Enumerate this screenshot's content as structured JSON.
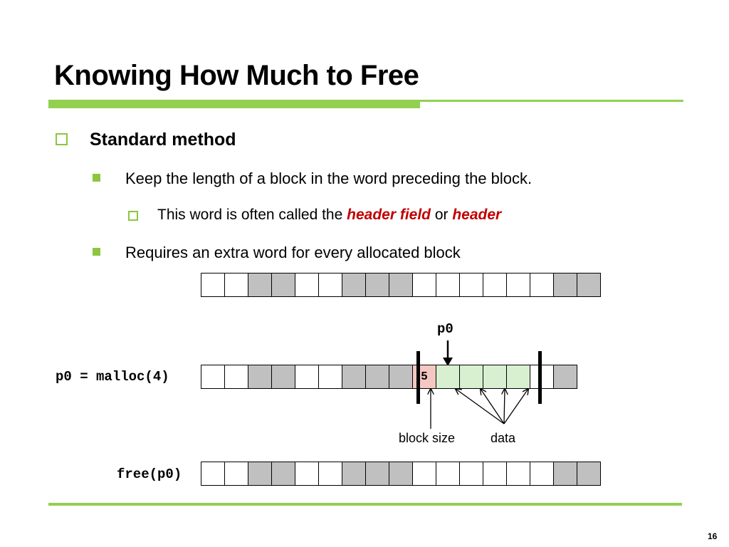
{
  "title": "Knowing How Much to Free",
  "bullets": {
    "level1": "Standard method",
    "level2a": "Keep the length of a block in the word preceding the block.",
    "level3_prefix": "This word is often called the ",
    "level3_term1": "header field",
    "level3_mid": " or ",
    "level3_term2": "header",
    "level2b": "Requires an extra word for every allocated block"
  },
  "diagram": {
    "pointer_label": "p0",
    "malloc_label": "p0 = malloc(4)",
    "free_label": "free(p0)",
    "block_size_value": "5",
    "block_size_label": "block size",
    "data_label": "data",
    "row1": [
      "w",
      "w",
      "g",
      "g",
      "w",
      "w",
      "g",
      "g",
      "g",
      "w",
      "w",
      "w",
      "w",
      "w",
      "w",
      "g",
      "g"
    ],
    "row2": [
      "w",
      "w",
      "g",
      "g",
      "w",
      "w",
      "g",
      "g",
      "g",
      "h",
      "d",
      "d",
      "d",
      "d",
      "w",
      "g"
    ],
    "row3": [
      "w",
      "w",
      "g",
      "g",
      "w",
      "w",
      "g",
      "g",
      "g",
      "w",
      "w",
      "w",
      "w",
      "w",
      "w",
      "g",
      "g"
    ],
    "colors": {
      "accent": "#92d050",
      "emphasis": "#c00000",
      "allocated": "#c0c0c0",
      "header": "#f4c7c3",
      "data": "#d8f0d0"
    }
  },
  "page_number": "16"
}
